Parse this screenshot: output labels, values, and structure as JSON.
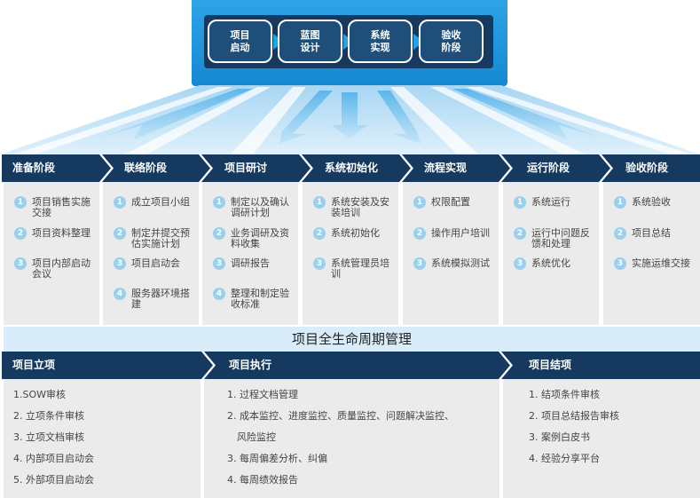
{
  "top_stages": [
    "项目\n启动",
    "蓝图\n设计",
    "系统\n实现",
    "验收\n阶段"
  ],
  "phases": [
    {
      "title": "准备阶段",
      "items": [
        "项目销售实施\n交接",
        "项目资料整理",
        "项目内部启动\n会议"
      ]
    },
    {
      "title": "联络阶段",
      "items": [
        "成立项目小组",
        "制定并提交预\n估实施计划",
        "项目启动会",
        "服务器环境搭\n建"
      ]
    },
    {
      "title": "项目研讨",
      "items": [
        "制定以及确认\n调研计划",
        "业务调研及资\n料收集",
        "调研报告",
        "整理和制定验\n收标准"
      ]
    },
    {
      "title": "系统初始化",
      "items": [
        "系统安装及安\n装培训",
        "系统初始化",
        "系统管理员培\n训"
      ]
    },
    {
      "title": "流程实现",
      "items": [
        "权限配置",
        "操作用户培训",
        "系统模拟测试"
      ]
    },
    {
      "title": "运行阶段",
      "items": [
        "系统运行",
        "运行中问题反\n馈和处理",
        "系统优化"
      ]
    },
    {
      "title": "验收阶段",
      "items": [
        "系统验收",
        "项目总结",
        "实施运维交接"
      ]
    }
  ],
  "lifecycle_title": "项目全生命周期管理",
  "management": [
    {
      "title": "项目立项",
      "items": [
        "1.SOW审核",
        "2. 立项条件审核",
        "3. 立项文档审核",
        "4. 内部项目启动会",
        "5. 外部项目启动会"
      ]
    },
    {
      "title": "项目执行",
      "items": [
        "1. 过程文档管理",
        "2. 成本监控、进度监控、质量监控、问题解决监控、",
        "风险监控",
        "3. 每周偏差分析、纠偏",
        "4. 每周绩效报告"
      ]
    },
    {
      "title": "项目结项",
      "items": [
        "1. 结项条件审核",
        "2. 项目总结报告审核",
        "3. 案例白皮书",
        "4. 经验分享平台"
      ]
    }
  ],
  "colors": {
    "header_dark": "#15395f",
    "sky_blue": "#1f8fd8",
    "number_circle": "#9ad0ee",
    "panel_gray": "#ebebeb",
    "lifecycle_bg": "#d9ecf9"
  }
}
